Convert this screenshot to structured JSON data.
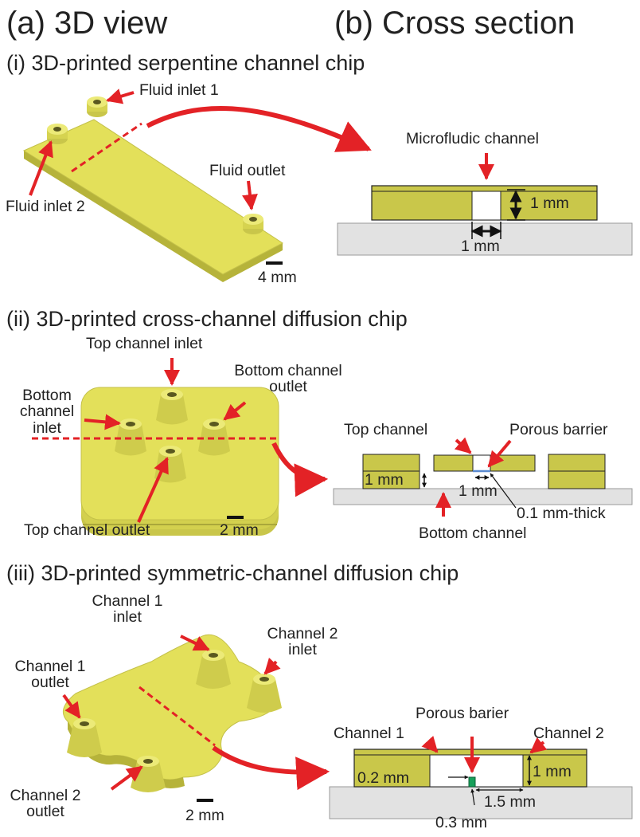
{
  "headers": {
    "a": "(a) 3D view",
    "b": "(b) Cross section"
  },
  "sections": {
    "i": {
      "title": "(i) 3D-printed serpentine channel chip",
      "labels": {
        "inlet1": "Fluid inlet 1",
        "inlet2": "Fluid inlet 2",
        "outlet": "Fluid outlet",
        "scale": "4 mm",
        "channel": "Microfludic channel",
        "height": "1 mm",
        "width": "1 mm"
      }
    },
    "ii": {
      "title": "(ii) 3D-printed cross-channel diffusion chip",
      "labels": {
        "top_inlet": "Top channel inlet",
        "bottom_outlet_1": "Bottom channel",
        "bottom_outlet_2": "outlet",
        "bottom_inlet_1": "Bottom",
        "bottom_inlet_2": "channel",
        "bottom_inlet_3": "inlet",
        "top_outlet": "Top channel outlet",
        "scale": "2 mm",
        "top_channel": "Top channel",
        "porous": "Porous barrier",
        "height": "1 mm",
        "width": "1 mm",
        "thickness": "0.1 mm-thick",
        "bottom_channel": "Bottom channel"
      }
    },
    "iii": {
      "title": "(iii) 3D-printed symmetric-channel diffusion chip",
      "labels": {
        "ch1_inlet_1": "Channel 1",
        "ch1_inlet_2": "inlet",
        "ch2_inlet_1": "Channel 2",
        "ch2_inlet_2": "inlet",
        "ch1_outlet_1": "Channel 1",
        "ch1_outlet_2": "outlet",
        "ch2_outlet_1": "Channel 2",
        "ch2_outlet_2": "outlet",
        "scale": "2 mm",
        "porous": "Porous barier",
        "channel1": "Channel 1",
        "channel2": "Channel 2",
        "gap": "0.2 mm",
        "height": "1 mm",
        "width": "1.5 mm",
        "barrier_w": "0.3 mm"
      }
    }
  },
  "colors": {
    "chip_fill": "#e3e05a",
    "chip_dark": "#b6b33a",
    "chip_light": "#f3f08a",
    "section_fill": "#c9c74a",
    "substrate": "#e2e2e2",
    "arrow_red": "#e32226",
    "barrier_green": "#17a05a",
    "text": "#222222"
  },
  "icons": {
    "callout_arrow": "red-arrow",
    "dimension_arrow": "black-double-arrow"
  }
}
